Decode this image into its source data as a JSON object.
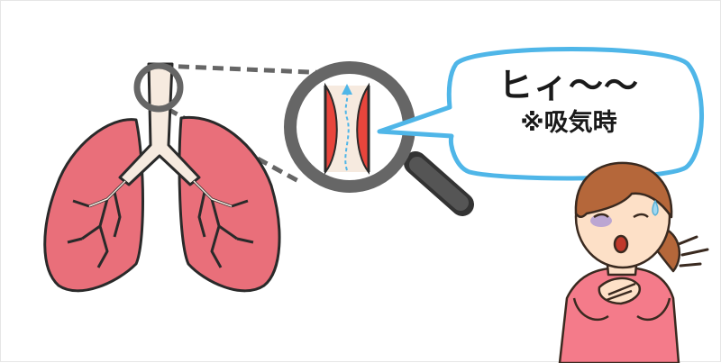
{
  "speech_bubble": {
    "line1": "ヒィ〜〜",
    "line2": "※吸気時"
  },
  "colors": {
    "lung_fill": "#e96f7a",
    "lung_outline": "#2a2a2a",
    "airway_fill": "#f6eadf",
    "magnifier_ring": "#666666",
    "narrowed_wall": "#e8453c",
    "bubble_border": "#4fb6e8",
    "skin": "#fde0c7",
    "hair": "#b5673a",
    "shirt": "#f47b8a"
  },
  "icons": [
    "lungs",
    "magnifying-glass",
    "speech-bubble",
    "coughing-girl"
  ]
}
